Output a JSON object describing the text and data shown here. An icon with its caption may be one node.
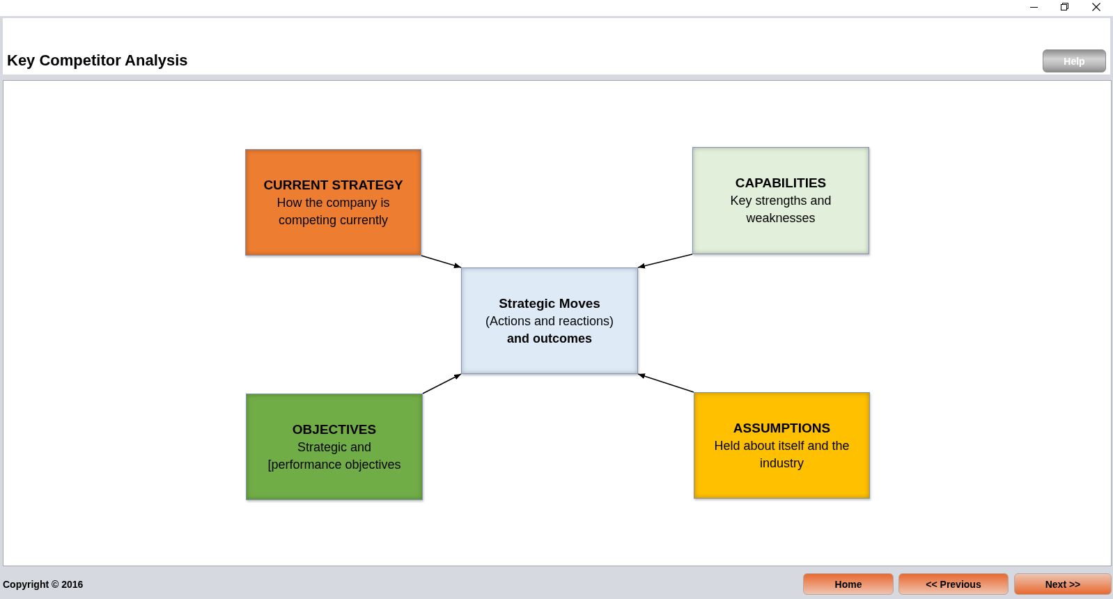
{
  "diagram": {
    "title": "Key Competitor Analysis",
    "nodes": [
      {
        "text": [
          "CURRENT STRATEGY",
          "How the company is competing currently"
        ]
      },
      {
        "text": [
          "CAPABILITIES",
          "Key strengths and weaknesses"
        ]
      },
      {
        "text": [
          "Strategic Moves",
          "(Actions and reactions) **and outcomes**"
        ]
      },
      {
        "text": [
          "OBJECTIVES",
          "Strategic and [performance objectives"
        ]
      },
      {
        "text": [
          "ASSUMPTIONS",
          "Held about itself and the industry"
        ]
      }
    ],
    "edges": [
      {
        "from": 0,
        "to": 2,
        "arrow": "to"
      },
      {
        "from": 1,
        "to": 2,
        "arrow": "to"
      },
      {
        "from": 3,
        "to": 2,
        "arrow": "to"
      },
      {
        "from": 4,
        "to": 2,
        "arrow": "to"
      }
    ],
    "labels": [
      "Help",
      "Copyright © 2016",
      "Home",
      "<< Previous",
      "Next >>"
    ]
  }
}
